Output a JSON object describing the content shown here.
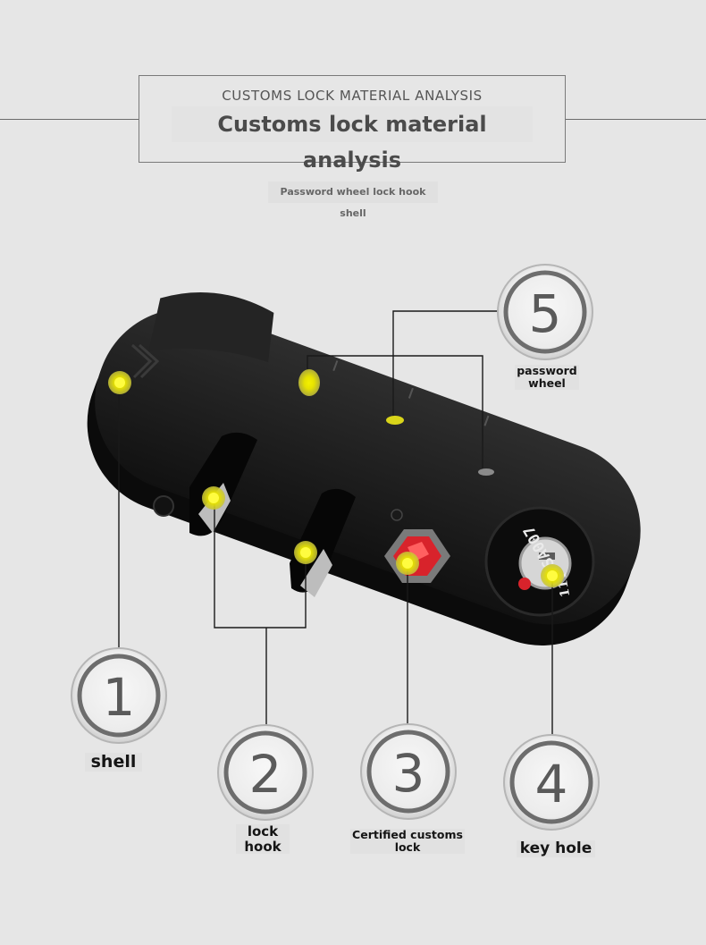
{
  "header": {
    "title_upper": "CUSTOMS LOCK MATERIAL ANALYSIS",
    "title_main": "Customs lock material analysis",
    "subtitle": "Password wheel lock hook shell"
  },
  "lock": {
    "tsa_text": "TSA007",
    "key_text": "11Y"
  },
  "callouts": [
    {
      "number": "1",
      "label": "shell"
    },
    {
      "number": "2",
      "label_line1": "lock",
      "label_line2": "hook"
    },
    {
      "number": "3",
      "label_line1": "Certified customs",
      "label_line2": "lock"
    },
    {
      "number": "4",
      "label": "key hole"
    },
    {
      "number": "5",
      "label_line1": "password",
      "label_line2": "wheel"
    }
  ],
  "colors": {
    "background": "#e6e6e6",
    "lock_body": "#1c1c1c",
    "marker": "#e4e018",
    "tsa_red": "#d8232b",
    "line": "#1a1a1a"
  }
}
